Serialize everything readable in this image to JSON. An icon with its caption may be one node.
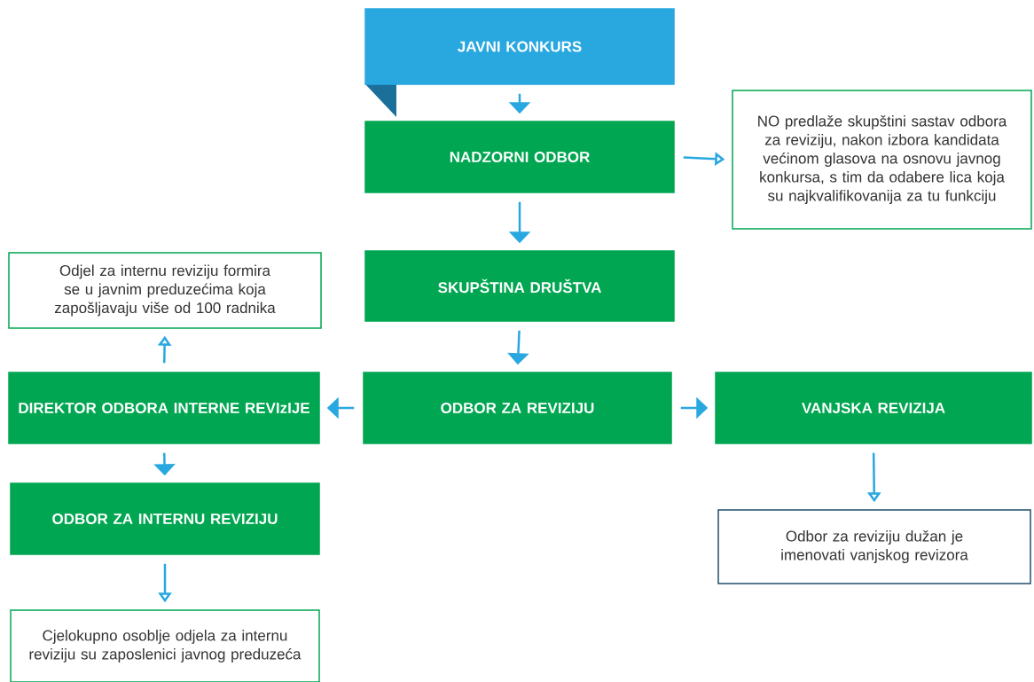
{
  "diagram": {
    "nodes": [
      {
        "text": [
          "JAVNI KONKURS"
        ]
      },
      {
        "text": [
          "NADZORNI ODBOR"
        ]
      },
      {
        "text": [
          "NO predlaže skupštini sastav odbora za reviziju, nakon izbora kandidata većinom glasova na osnovu javnog konkursa, s tim da odabere lica koja su najkvalifikovanija za tu funkciju"
        ]
      },
      {
        "text": [
          "SKUPŠTINA DRUŠTVA"
        ]
      },
      {
        "text": [
          "Odjel za internu reviziju formira se u javnim preduzećima koja zapošljavaju više od 100 radnika"
        ]
      },
      {
        "text": [
          "DIREKTOR ODBORA INTERNE REVIzIJE"
        ]
      },
      {
        "text": [
          "ODBOR ZA REVIZIJU"
        ]
      },
      {
        "text": [
          "VANJSKA REVIZIJA"
        ]
      },
      {
        "text": [
          "ODBOR ZA INTERNU REVIZIJU"
        ]
      },
      {
        "text": [
          "Odbor za reviziju dužan je imenovati vanjskog revizora"
        ]
      },
      {
        "text": [
          "Cjelokupno osoblje odjela za internu reviziju su zaposlenici javnog preduzeća"
        ]
      }
    ],
    "edges": [
      {
        "from": 0,
        "to": 1,
        "arrow": "to"
      },
      {
        "from": 1,
        "to": 2,
        "arrow": "to"
      },
      {
        "from": 1,
        "to": 3,
        "arrow": "to"
      },
      {
        "from": 3,
        "to": 6,
        "arrow": "to"
      },
      {
        "from": 6,
        "to": 5,
        "arrow": "to"
      },
      {
        "from": 6,
        "to": 7,
        "arrow": "to"
      },
      {
        "from": 5,
        "to": 4,
        "arrow": "to"
      },
      {
        "from": 5,
        "to": 8,
        "arrow": "to"
      },
      {
        "from": 8,
        "to": 10,
        "arrow": "to"
      },
      {
        "from": 7,
        "to": 9,
        "arrow": "to"
      }
    ]
  }
}
